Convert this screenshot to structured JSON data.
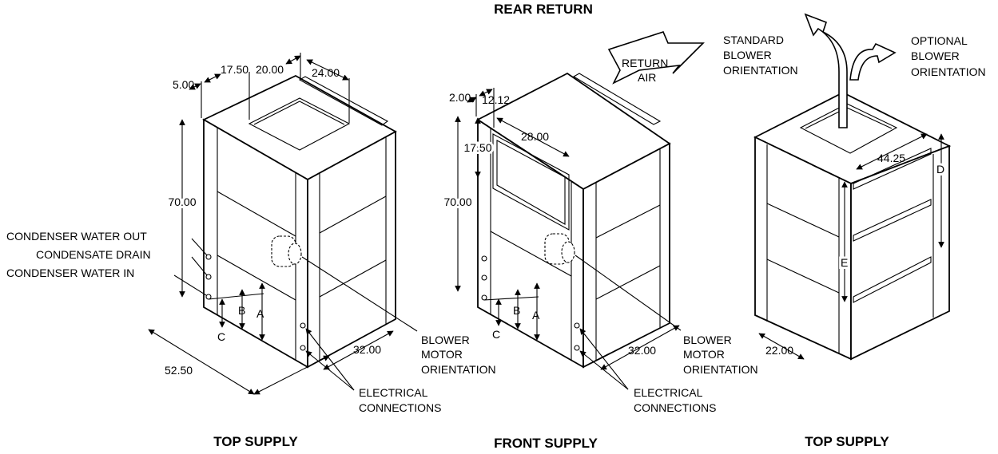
{
  "title": "REAR RETURN",
  "captions": {
    "left": "TOP SUPPLY",
    "middle": "FRONT SUPPLY",
    "right": "TOP SUPPLY"
  },
  "left_unit": {
    "dims": {
      "d_5_00": "5.00",
      "d_17_50": "17.50",
      "d_20_00": "20.00",
      "d_24_00": "24.00",
      "d_70_00": "70.00",
      "d_52_50": "52.50",
      "d_32_00": "32.00",
      "d_A": "A",
      "d_B": "B",
      "d_C": "C"
    },
    "labels": {
      "condenser_water_out": "CONDENSER WATER OUT",
      "condensate_drain": "CONDENSATE DRAIN",
      "condenser_water_in": "CONDENSER WATER IN",
      "blower_motor_orientation": [
        "BLOWER",
        "MOTOR",
        "ORIENTATION"
      ],
      "electrical_connections": [
        "ELECTRICAL",
        "CONNECTIONS"
      ]
    }
  },
  "middle_unit": {
    "dims": {
      "d_2_00": "2.00",
      "d_12_12": "12.12",
      "d_17_50": "17.50",
      "d_28_00": "28.00",
      "d_70_00": "70.00",
      "d_32_00": "32.00",
      "d_A": "A",
      "d_B": "B",
      "d_C": "C"
    },
    "labels": {
      "return_air": [
        "RETURN",
        "AIR"
      ],
      "blower_motor_orientation": [
        "BLOWER",
        "MOTOR",
        "ORIENTATION"
      ],
      "electrical_connections": [
        "ELECTRICAL",
        "CONNECTIONS"
      ]
    }
  },
  "right_unit": {
    "dims": {
      "d_44_25": "44.25",
      "d_22_00": "22.00",
      "d_D": "D",
      "d_E": "E"
    },
    "labels": {
      "standard_blower_orientation": [
        "STANDARD",
        "BLOWER",
        "ORIENTATION"
      ],
      "optional_blower_orientation": [
        "OPTIONAL",
        "BLOWER",
        "ORIENTATION"
      ]
    }
  }
}
